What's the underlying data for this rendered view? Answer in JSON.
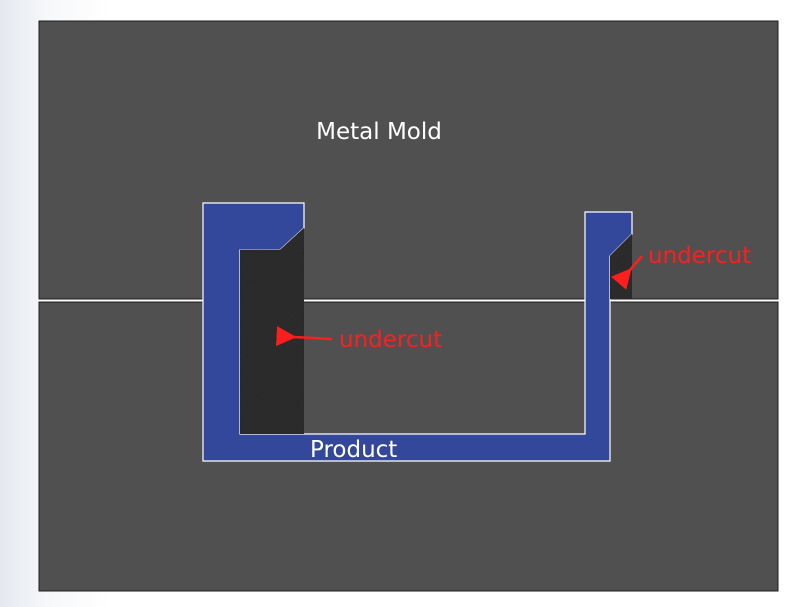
{
  "labels": {
    "mold": "Metal Mold",
    "product": "Product",
    "undercut_left": "undercut",
    "undercut_right": "undercut"
  },
  "colors": {
    "mold": "#505050",
    "product": "#33489a",
    "undercut": "#2f2f2f",
    "annotation": "#ff1e1e",
    "text": "#ffffff",
    "parting_line": "#ffffff"
  }
}
